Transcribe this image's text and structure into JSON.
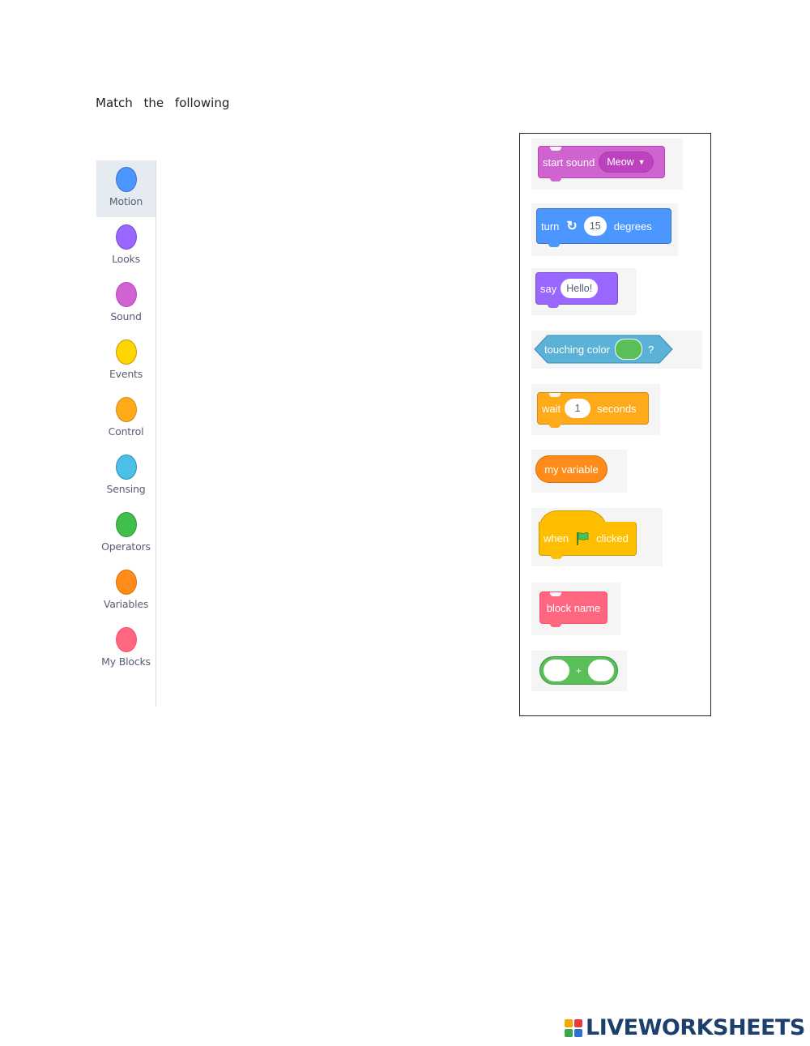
{
  "instruction": "Match   the   following",
  "categories": [
    {
      "label": "Motion",
      "color": "#4c97ff"
    },
    {
      "label": "Looks",
      "color": "#9966ff"
    },
    {
      "label": "Sound",
      "color": "#cf63cf"
    },
    {
      "label": "Events",
      "color": "#ffd500"
    },
    {
      "label": "Control",
      "color": "#ffab19"
    },
    {
      "label": "Sensing",
      "color": "#4cbfe6"
    },
    {
      "label": "Operators",
      "color": "#40bf4a"
    },
    {
      "label": "Variables",
      "color": "#ff8c1a"
    },
    {
      "label": "My Blocks",
      "color": "#ff6680"
    }
  ],
  "blocks": {
    "sound": {
      "text": "start sound",
      "menu_value": "Meow",
      "color": "#cf63cf"
    },
    "motion": {
      "text_before": "turn",
      "icon": "rotate-clockwise-icon",
      "value": "15",
      "text_after": "degrees",
      "color": "#4c97ff"
    },
    "looks": {
      "text": "say",
      "value": "Hello!",
      "color": "#9966ff"
    },
    "sensing": {
      "text": "touching color",
      "suffix": "?",
      "color": "#5cb1d6",
      "swatch_color": "#59c059"
    },
    "control": {
      "text_before": "wait",
      "value": "1",
      "text_after": "seconds",
      "color": "#ffab19"
    },
    "variables": {
      "text": "my variable",
      "color": "#ff8c1a"
    },
    "events": {
      "text_before": "when",
      "icon": "green-flag-icon",
      "text_after": "clicked",
      "color": "#ffbf00"
    },
    "myblocks": {
      "text": "block name",
      "color": "#ff6680"
    },
    "operators": {
      "symbol": "+",
      "color": "#59c059"
    }
  },
  "logo": {
    "text": "LIVEWORKSHEETS"
  }
}
